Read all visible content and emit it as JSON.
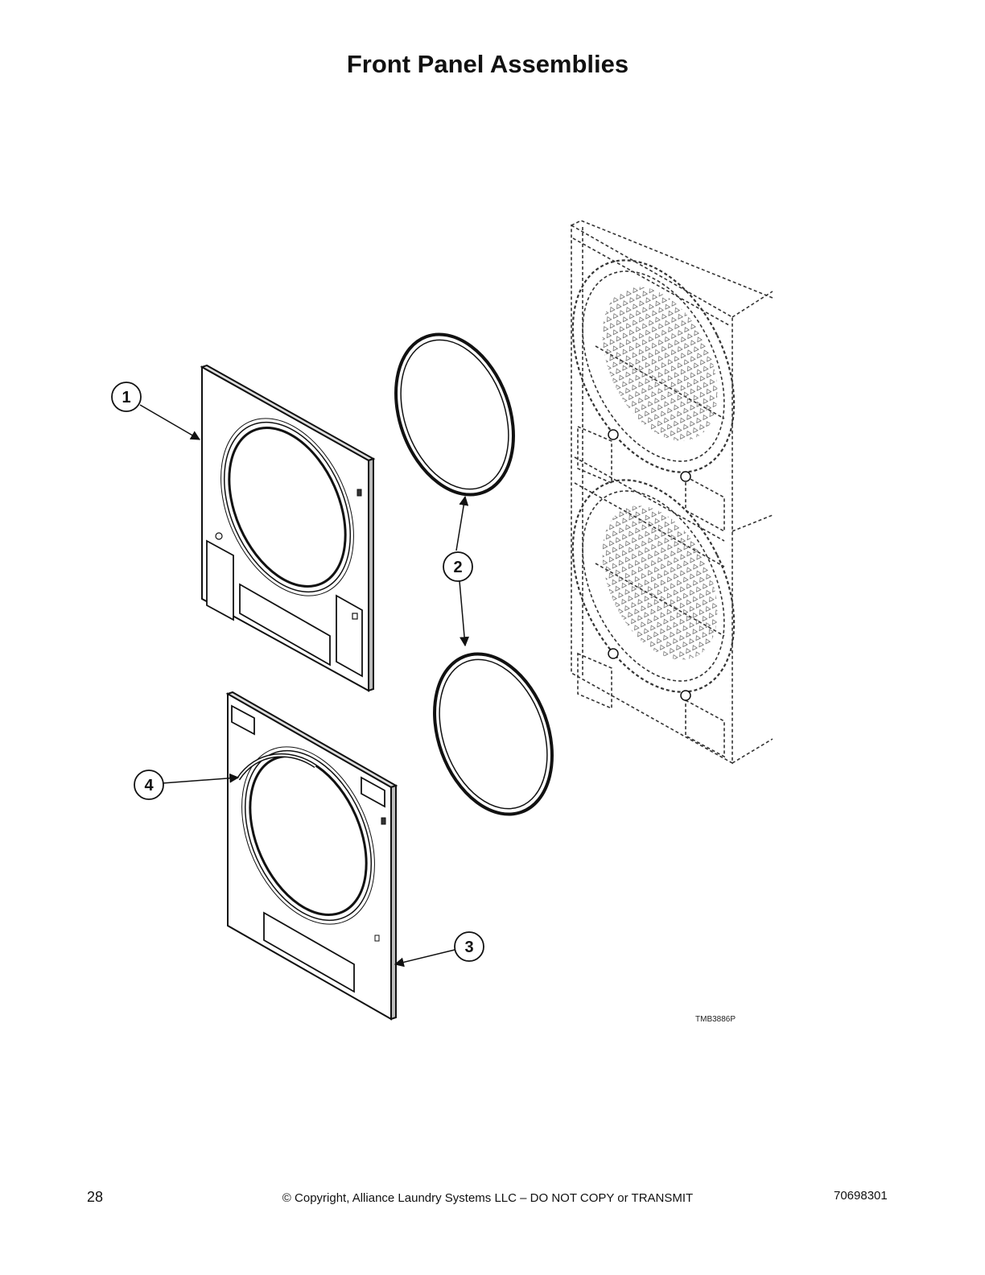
{
  "title": "Front Panel Assemblies",
  "callouts": [
    {
      "label": "1",
      "part": "upper-front-panel"
    },
    {
      "label": "2",
      "part": "door-ring-gasket"
    },
    {
      "label": "3",
      "part": "lower-front-panel"
    },
    {
      "label": "4",
      "part": "panel-seal"
    }
  ],
  "drawing_id": "TMB3886P",
  "footer": {
    "page_number": "28",
    "copyright": "© Copyright, Alliance Laundry Systems LLC – DO NOT COPY or TRANSMIT",
    "doc_number": "70698301"
  }
}
